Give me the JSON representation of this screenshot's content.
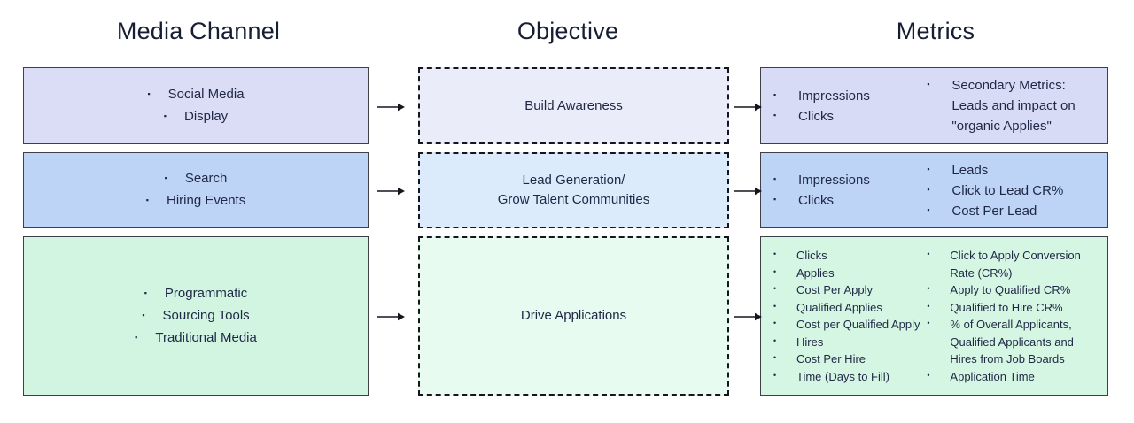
{
  "diagram": {
    "column_headers": [
      {
        "label": "Media Channel"
      },
      {
        "label": "Objective"
      },
      {
        "label": "Metrics"
      }
    ],
    "arrow_color": "#14161f",
    "border_colors": {
      "solid_box": "#3f3f46",
      "dashed_box": "#15151c"
    },
    "rows": [
      {
        "id": "build-awareness",
        "colors": {
          "media_fill": "#dbdcf6",
          "objective_fill": "#ebecfa",
          "metrics_fill": "#d7dbf6"
        },
        "bullets": {
          "media": "▪",
          "metrics": "▪"
        },
        "media_channels": [
          "Social Media",
          "Display"
        ],
        "objective_lines": [
          "Build Awareness"
        ],
        "metrics_col1": [
          "Impressions",
          "Clicks"
        ],
        "metrics_col2": [
          "Secondary Metrics: Leads and impact on \"organic Applies\""
        ]
      },
      {
        "id": "lead-generation",
        "colors": {
          "media_fill": "#bdd4f7",
          "objective_fill": "#dcebfb",
          "metrics_fill": "#bdd4f7"
        },
        "bullets": {
          "media": "▪",
          "metrics": "▪"
        },
        "media_channels": [
          "Search",
          "Hiring Events"
        ],
        "objective_lines": [
          "Lead Generation/",
          "Grow Talent Communities"
        ],
        "metrics_col1": [
          "Impressions",
          "Clicks"
        ],
        "metrics_col2": [
          "Leads",
          "Click to Lead CR%",
          "Cost Per Lead"
        ]
      },
      {
        "id": "drive-applications",
        "colors": {
          "media_fill": "#d2f5e2",
          "objective_fill": "#e7fbf0",
          "metrics_fill": "#d5f6e3"
        },
        "bullets": {
          "media": "▪",
          "metrics": "•"
        },
        "media_channels": [
          "Programmatic",
          "Sourcing Tools",
          "Traditional Media"
        ],
        "objective_lines": [
          "Drive Applications"
        ],
        "metrics_col1": [
          "Clicks",
          "Applies",
          "Cost Per Apply",
          "Qualified Applies",
          "Cost per Qualified Apply",
          "Hires",
          "Cost Per Hire",
          "Time (Days to Fill)"
        ],
        "metrics_col2": [
          "Click to Apply Conversion Rate (CR%)",
          "Apply to Qualified CR%",
          "Qualified to Hire CR%",
          "% of Overall Applicants, Qualified Applicants and Hires from Job Boards",
          "Application Time"
        ]
      }
    ]
  }
}
